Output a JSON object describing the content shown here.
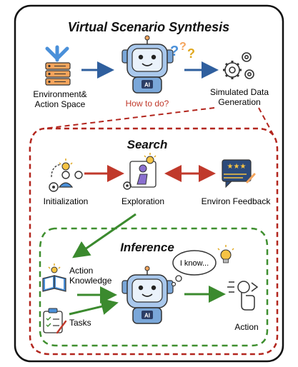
{
  "title": "Virtual Scenario Synthesis",
  "top": {
    "env_label": [
      "Environment&",
      "Action Space"
    ],
    "question": "How to do?",
    "sim_label": [
      "Simulated Data",
      "Generation"
    ],
    "robot_badge": "AI"
  },
  "search": {
    "title": "Search",
    "init_label": "Initialization",
    "explore_label": "Exploration",
    "feedback_label": "Environ Feedback"
  },
  "inference": {
    "title": "Inference",
    "knowledge_label": [
      "Action",
      "Knowledge"
    ],
    "tasks_label": "Tasks",
    "bubble_text": "I know...",
    "action_label": "Action",
    "robot_badge": "AI"
  },
  "colors": {
    "arrow_blue": "#2f5f9e",
    "arrow_red": "#c0392b",
    "arrow_green": "#3b8a2e",
    "search_border": "#b3261e",
    "inference_border": "#3f8f2f",
    "question_text": "#c0392b"
  }
}
